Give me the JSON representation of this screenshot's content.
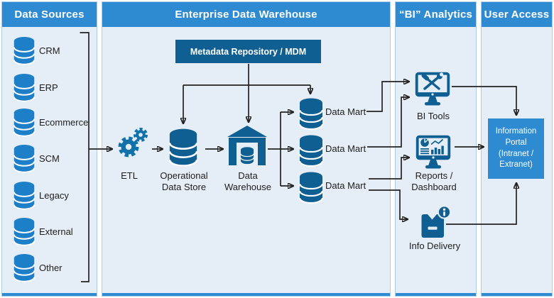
{
  "colors": {
    "header_blue": "#2e8bd2",
    "panel_bg": "#e5eef7",
    "panel_border": "#abcde9",
    "dark_blue": "#0f5f93",
    "source_db_blue": "#1e7fc9",
    "line_dark": "#222222",
    "text_dark": "#1d1d1d",
    "white": "#ffffff"
  },
  "panels": {
    "data_sources": {
      "title": "Data Sources"
    },
    "edw": {
      "title": "Enterprise Data Warehouse"
    },
    "bi": {
      "title": "“BI” Analytics"
    },
    "user_access": {
      "title": "User Access"
    }
  },
  "data_sources": {
    "items": [
      "CRM",
      "ERP",
      "Ecommerce",
      "SCM",
      "Legacy",
      "External",
      "Other"
    ]
  },
  "edw": {
    "metadata_label": "Metadata Repository / MDM",
    "etl_label": "ETL",
    "ods_label": "Operational Data Store",
    "dw_label": "Data Warehouse",
    "data_marts": [
      "Data Mart",
      "Data Mart",
      "Data Mart"
    ]
  },
  "bi": {
    "tools_label": "BI Tools",
    "reports_label": "Reports / Dashboard",
    "info_label": "Info Delivery"
  },
  "user_access": {
    "portal_label": "Information Portal (Intranet / Extranet)"
  },
  "icons": {
    "source": "database-icon",
    "etl": "gears-icon",
    "ods": "database-icon",
    "warehouse": "warehouse-icon",
    "data_mart": "database-icon",
    "bi_tools": "monitor-tools-icon",
    "reports": "monitor-dashboard-icon",
    "info_delivery": "package-info-icon"
  }
}
